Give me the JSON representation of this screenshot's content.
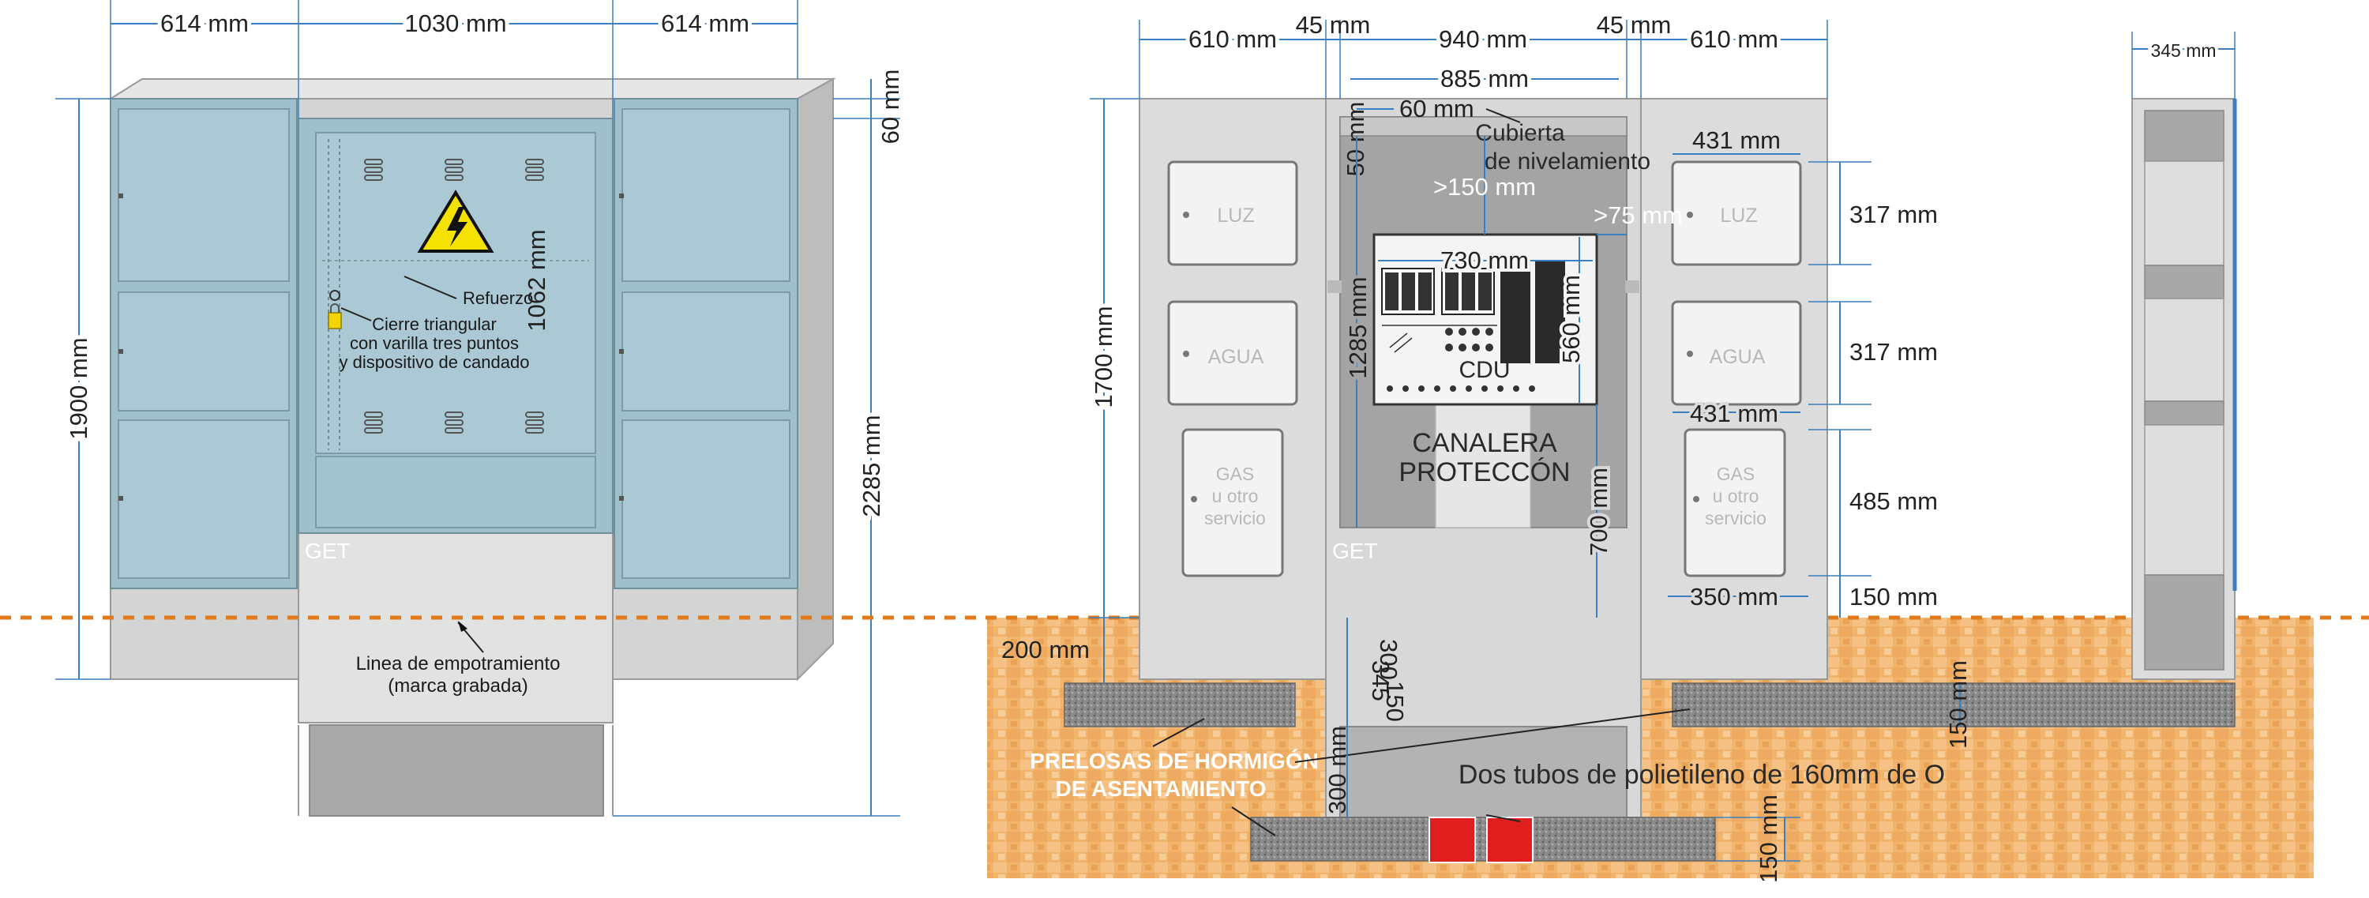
{
  "colors": {
    "cabinet_blue": "#a7c6d1",
    "concrete_gray": "#cfcfcf",
    "soil": "#f2b36b",
    "ground_line": "#e07a1a",
    "dimension_line": "#3a7fbf",
    "warning_yellow": "#f6e200",
    "tube_red": "#e01e1e"
  },
  "front_view": {
    "dims": {
      "left_width": "614 mm",
      "center_width": "1030 mm",
      "right_width": "614 mm",
      "total_height": "1900 mm",
      "top_offset": "60 mm",
      "overall_height": "2285 mm",
      "door_height": "1062 mm"
    },
    "labels": {
      "refuerzo": "Refuerzo",
      "cierre_1": "Cierre triangular",
      "cierre_2": "con varilla tres puntos",
      "cierre_3": "y dispositivo de candado",
      "get": "GET",
      "linea_1": "Linea de empotramiento",
      "linea_2": "(marca grabada)"
    },
    "icons": [
      "high-voltage-warning-icon",
      "padlock-icon"
    ]
  },
  "section_view": {
    "dims": {
      "left_width": "610 mm",
      "gap_left": "45 mm",
      "center_width": "940 mm",
      "gap_right": "45 mm",
      "right_width": "610 mm",
      "inner_width": "885 mm",
      "cover_offset": "60 mm",
      "cover_top": "50 mm",
      "clearance_top": ">150 mm",
      "clearance_side": ">75 mm",
      "cdu_width": "730 mm",
      "cdu_height": "560 mm",
      "inner_height": "1285 mm",
      "left_height": "1700 mm",
      "canal_height": "700 mm",
      "meter_width": "431 mm",
      "meter_height_1": "317 mm",
      "meter_height_2": "317 mm",
      "meter_width_2": "431 mm",
      "gas_height": "485 mm",
      "gas_width": "350 mm",
      "base_height": "150 mm",
      "left_depth": "200 mm",
      "center_depth_a": "300",
      "center_depth_b": "345",
      "center_depth_c": "150",
      "tube_depth": "300 mm",
      "slab_right": "150 mm",
      "slab_bottom": "150 mm"
    },
    "labels": {
      "cubierta_1": "Cubierta",
      "cubierta_2": "de nivelamiento",
      "cdu": "CDU",
      "canalera_1": "CANALERA",
      "canalera_2": "PROTECCÓN",
      "get": "GET",
      "luz_left": "LUZ",
      "agua_left": "AGUA",
      "gas_left_1": "GAS",
      "gas_left_2": "u otro",
      "gas_left_3": "servicio",
      "luz_right": "LUZ",
      "agua_right": "AGUA",
      "gas_right_1": "GAS",
      "gas_right_2": "u otro",
      "gas_right_3": "servicio",
      "prelosas_1": "PRELOSAS DE HORMIGÓN",
      "prelosas_2": "DE ASENTAMIENTO",
      "tubos": "Dos tubos de polietileno de 160mm de O"
    }
  },
  "side_view": {
    "dims": {
      "depth": "345 mm"
    }
  }
}
